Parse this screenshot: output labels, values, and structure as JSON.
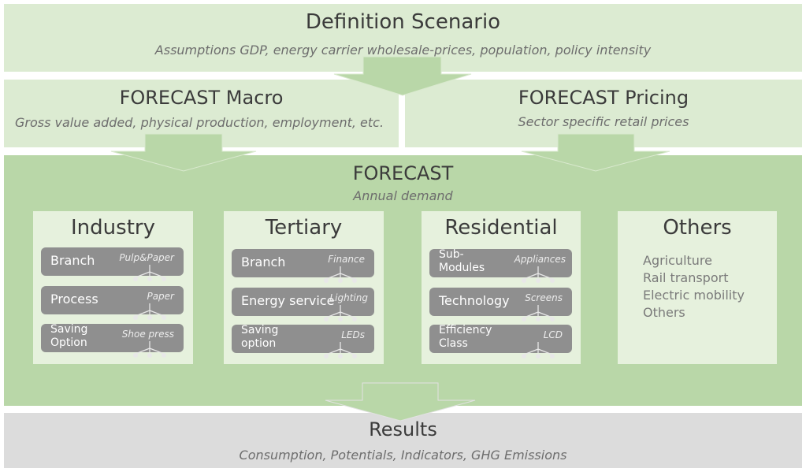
{
  "definition": {
    "title": "Definition Scenario",
    "subtitle": "Assumptions GDP, energy carrier wholesale-prices, population, policy intensity"
  },
  "macro": {
    "title": "FORECAST Macro",
    "subtitle": "Gross value added, physical production, employment, etc."
  },
  "pricing": {
    "title": "FORECAST Pricing",
    "subtitle": "Sector specific retail prices"
  },
  "forecast": {
    "title": "FORECAST",
    "subtitle": "Annual demand"
  },
  "modules": [
    {
      "title": "Industry",
      "items": [
        {
          "label": "Branch",
          "example": "Pulp&Paper"
        },
        {
          "label": "Process",
          "example": "Paper"
        },
        {
          "label": "Saving\nOption",
          "example": "Shoe press"
        }
      ]
    },
    {
      "title": "Tertiary",
      "items": [
        {
          "label": "Branch",
          "example": "Finance"
        },
        {
          "label": "Energy service",
          "example": "Lighting"
        },
        {
          "label": "Saving\noption",
          "example": "LEDs"
        }
      ]
    },
    {
      "title": "Residential",
      "items": [
        {
          "label": "Sub-\nModules",
          "example": "Appliances"
        },
        {
          "label": "Technology",
          "example": "Screens"
        },
        {
          "label": "Efficiency\nClass",
          "example": "LCD"
        }
      ]
    }
  ],
  "others": {
    "title": "Others",
    "items": [
      "Agriculture",
      "Rail transport",
      "Electric mobility",
      "Others"
    ]
  },
  "results": {
    "title": "Results",
    "subtitle": "Consumption, Potentials, Indicators, GHG Emissions"
  },
  "colors": {
    "light_green": "#dcebd2",
    "mid_green": "#b9d7a8",
    "pill_grey": "#8f8f8f",
    "results_grey": "#dcdcdc"
  }
}
